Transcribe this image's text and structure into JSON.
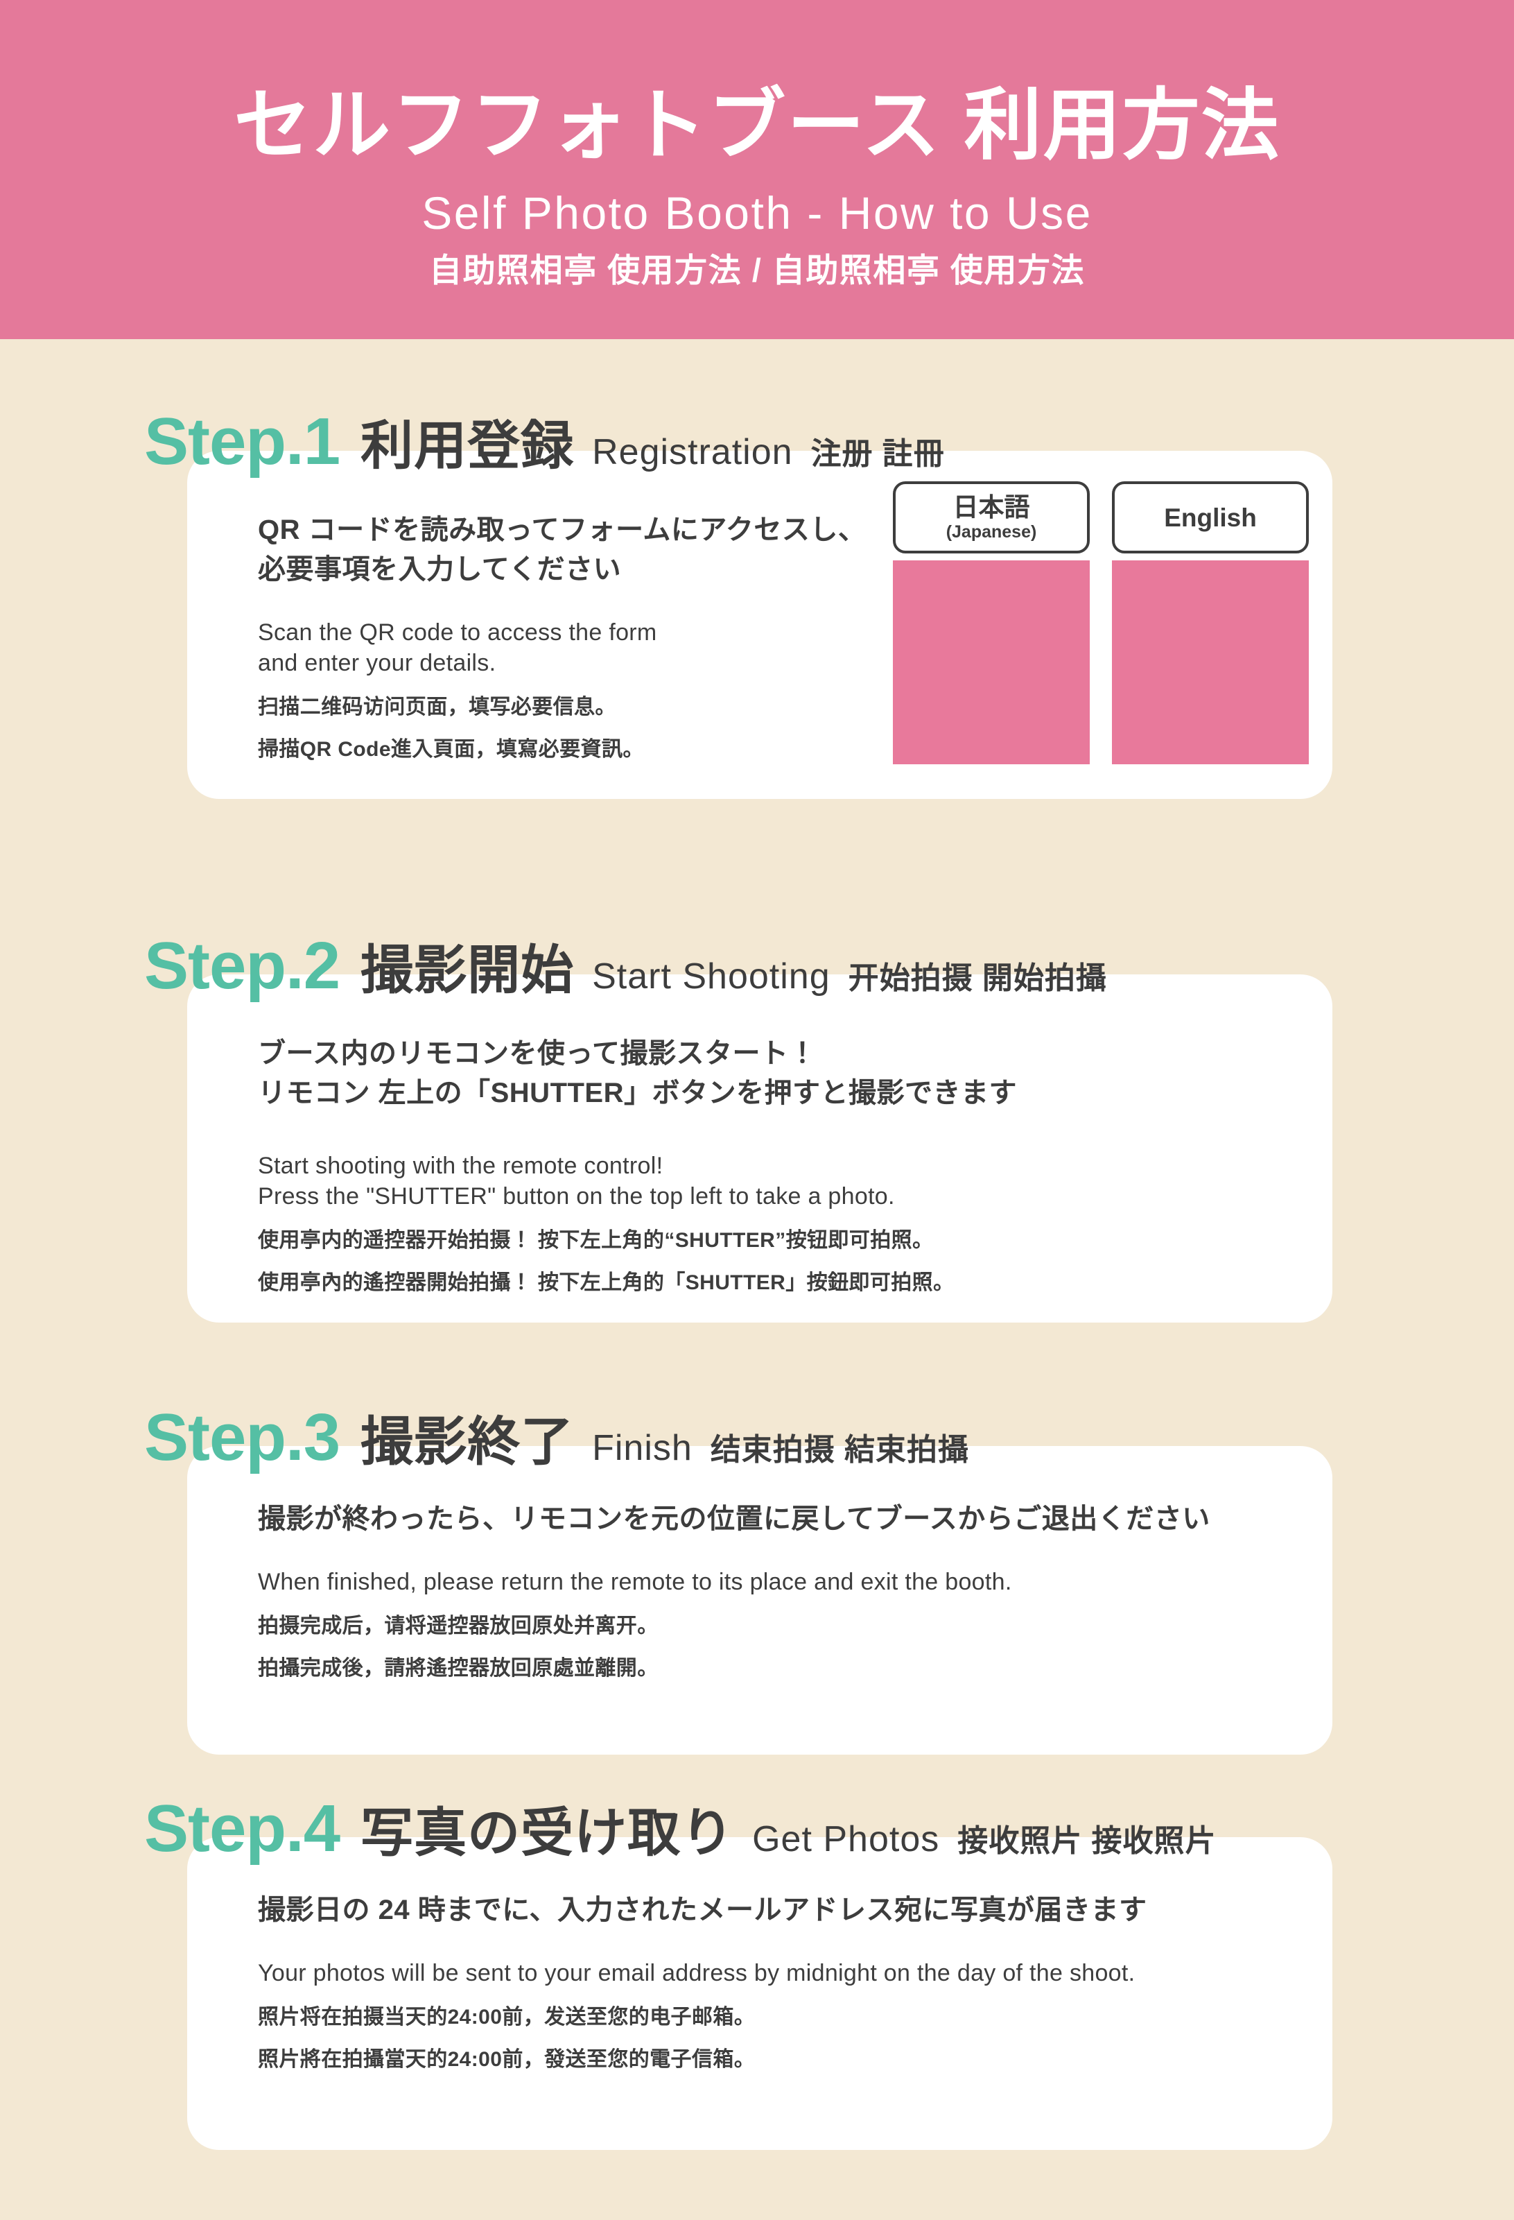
{
  "colors": {
    "header_pink": "#E4799A",
    "page_background": "#F3E8D3",
    "step_accent_teal": "#55BFA4",
    "card_white": "#FFFFFF",
    "text_dark": "#3D3D3D",
    "qr_placeholder_pink": "#E8799B"
  },
  "header": {
    "title_ja": "セルフフォトブース 利用方法",
    "subtitle_en": "Self Photo Booth - How to Use",
    "subtitle_zh": "自助照相亭 使用方法 / 自助照相亭 使用方法"
  },
  "steps": [
    {
      "number": "Step.1",
      "title_ja": "利用登録",
      "title_en": "Registration",
      "title_zh": "注册 註冊",
      "body": {
        "ja_line1": "QR コードを読み取ってフォームにアクセスし、",
        "ja_line2": "必要事項を入力してください",
        "en_line1": "Scan the QR code to access the form",
        "en_line2": "and enter your details.",
        "zh_cn": "扫描二维码访问页面，填写必要信息。",
        "zh_tw": "掃描QR Code進入頁面，填寫必要資訊。"
      },
      "qr_codes": [
        {
          "label_main": "日本語",
          "label_sub": "(Japanese)",
          "icon": "qr-code-icon"
        },
        {
          "label_main": "English",
          "label_sub": "",
          "icon": "qr-code-icon"
        }
      ]
    },
    {
      "number": "Step.2",
      "title_ja": "撮影開始",
      "title_en": "Start Shooting",
      "title_zh": "开始拍摄 開始拍攝",
      "body": {
        "ja_line1": "ブース内のリモコンを使って撮影スタート！",
        "ja_line2": "リモコン 左上の「SHUTTER」ボタンを押すと撮影できます",
        "en_line1": "Start shooting with the remote control!",
        "en_line2": "Press the \"SHUTTER\" button on the top left to take a photo.",
        "zh_cn": "使用亭内的遥控器开始拍摄！ 按下左上角的“SHUTTER”按钮即可拍照。",
        "zh_tw": "使用亭內的遙控器開始拍攝！ 按下左上角的「SHUTTER」按鈕即可拍照。"
      }
    },
    {
      "number": "Step.3",
      "title_ja": "撮影終了",
      "title_en": "Finish",
      "title_zh": "结束拍摄 結束拍攝",
      "body": {
        "ja_line1": "撮影が終わったら、リモコンを元の位置に戻してブースからご退出ください",
        "ja_line2": "",
        "en_line1": "When finished, please return the remote to its place and exit the booth.",
        "en_line2": "",
        "zh_cn": "拍摄完成后，请将遥控器放回原处并离开。",
        "zh_tw": "拍攝完成後，請將遙控器放回原處並離開。"
      }
    },
    {
      "number": "Step.4",
      "title_ja": "写真の受け取り",
      "title_en": "Get Photos",
      "title_zh": "接收照片 接收照片",
      "body": {
        "ja_line1": "撮影日の 24 時までに、入力されたメールアドレス宛に写真が届きます",
        "ja_line2": "",
        "en_line1": "Your photos will be sent to your email address by midnight on the day of the shoot.",
        "en_line2": "",
        "zh_cn": "照片将在拍摄当天的24:00前，发送至您的电子邮箱。",
        "zh_tw": "照片將在拍攝當天的24:00前，發送至您的電子信箱。"
      }
    }
  ]
}
